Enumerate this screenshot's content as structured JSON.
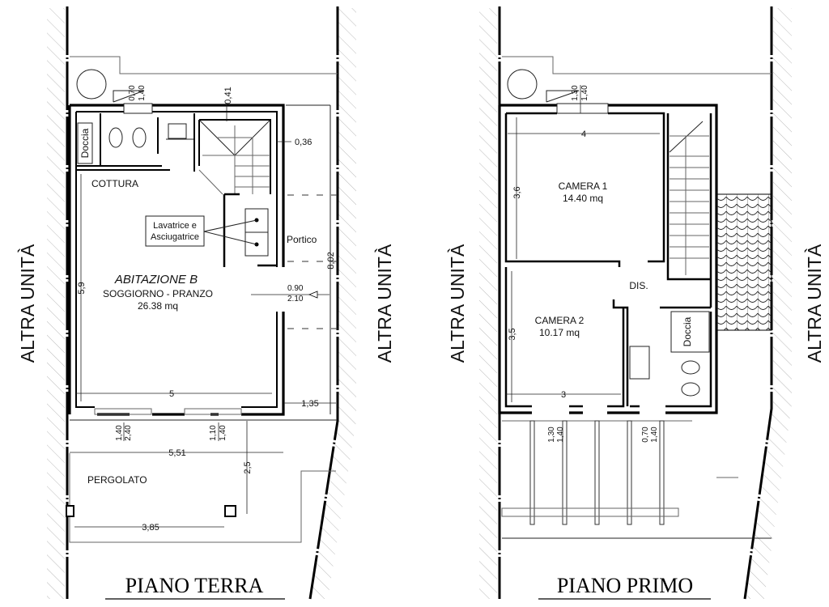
{
  "side_labels": {
    "left_outer": "ALTRA UNITÀ",
    "left_inner": "ALTRA UNITÀ",
    "right_inner": "ALTRA UNITÀ",
    "right_outer": "ALTRA UNITÀ"
  },
  "ground_floor": {
    "title": "PIANO TERRA",
    "unit_name": "ABITAZIONE B",
    "main_room": "SOGGIORNO - PRANZO",
    "main_area": "26.38 mq",
    "kitchen": "COTTURA",
    "shower": "Doccia",
    "laundry_line1": "Lavatrice e",
    "laundry_line2": "Asciugatrice",
    "porch": "Portico",
    "pergola": "PERGOLATO",
    "dims": {
      "top_gap": "0,41",
      "right_gap": "0,36",
      "window_top_a": "0,70",
      "window_top_b": "1,40",
      "door_w": "0.90",
      "door_h": "2.10",
      "total_depth": "8,02",
      "room_depth": "5,9",
      "room_width": "5",
      "porch_width": "1,35",
      "win1_a": "1,40",
      "win1_b": "2,40",
      "win2_a": "1,10",
      "win2_b": "1,40",
      "pergola_width": "5,51",
      "pergola_depth": "2,5",
      "pergola_span": "3,85"
    }
  },
  "first_floor": {
    "title": "PIANO PRIMO",
    "room1": "CAMERA 1",
    "room1_area": "14.40 mq",
    "room2": "CAMERA 2",
    "room2_area": "10.17 mq",
    "hall": "DIS.",
    "shower": "Doccia",
    "dims": {
      "win_top_a": "1,30",
      "win_top_b": "1,40",
      "room1_width": "4",
      "room1_depth": "3,6",
      "room2_depth": "3,5",
      "room2_width": "3",
      "win_bot1_a": "1,30",
      "win_bot1_b": "1,40",
      "win_bot2_a": "0,70",
      "win_bot2_b": "1,40"
    }
  }
}
